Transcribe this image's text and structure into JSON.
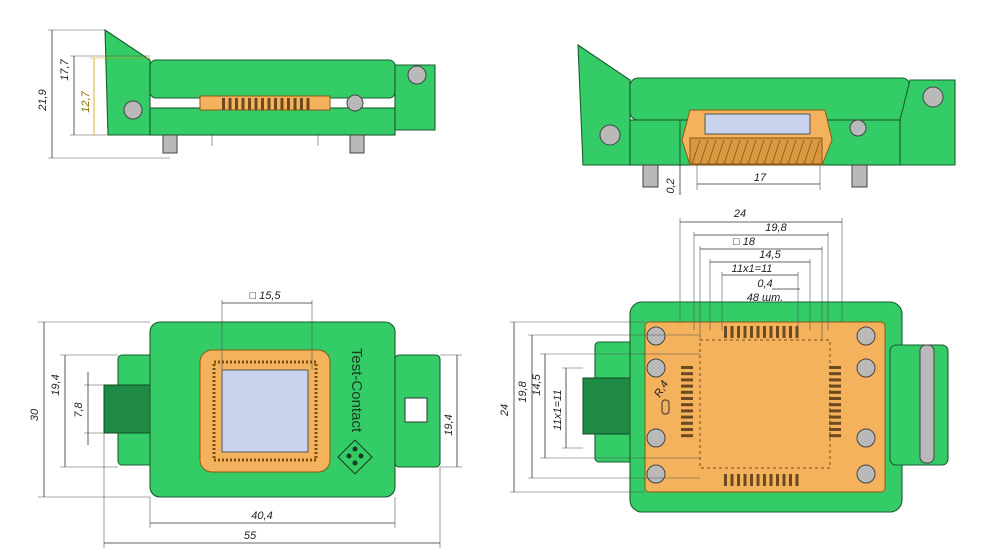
{
  "labels": {
    "brand": "Test-Contact",
    "side_left": {
      "d_21_9": "21,9",
      "d_17_7": "17,7",
      "d_12_7": "12,7"
    },
    "side_right": {
      "d_0_2": "0,2",
      "d_17": "17"
    },
    "top_left": {
      "d_15_5": "□ 15,5",
      "d_30": "30",
      "d_19_4_left": "19,4",
      "d_7_8": "7,8",
      "d_19_4_right": "19,4",
      "d_40_4": "40,4",
      "d_55": "55"
    },
    "top_right": {
      "d_24_top": "24",
      "d_19_8_top": "19,8",
      "d_18": "□ 18",
      "d_14_5_top": "14,5",
      "d_11x1": "11x1=11",
      "d_0_4": "0,4",
      "d_48": "48 шт.",
      "d_24_left": "24",
      "d_19_8_left": "19,8",
      "d_14_5_left": "14,5",
      "d_11x1_left": "11x1=11",
      "d_r4": "R,4"
    }
  },
  "colors": {
    "body": "#33cc66",
    "socket": "#f4b25c",
    "glass": "#c9d3ee",
    "latch": "#1f8a45"
  }
}
